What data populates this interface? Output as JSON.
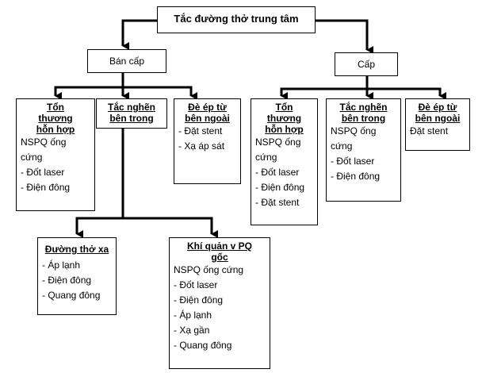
{
  "root": {
    "title": "Tắc đường thở trung tâm"
  },
  "branches": {
    "ban_cap": {
      "label": "Bán cấp",
      "ton_thuong": {
        "title": "Tổn thương hỗn hợp",
        "items": [
          "NSPQ ống cứng",
          "- Đốt laser",
          "- Điện đông"
        ]
      },
      "tac_nghen": {
        "title": "Tắc nghẽn bên trong"
      },
      "de_ep": {
        "title": "Đè ép từ bên ngoài",
        "items": [
          "- Đặt stent",
          "- Xạ áp sát"
        ]
      },
      "duong_tho_xa": {
        "title": "Đường thở xa",
        "items": [
          "- Áp lạnh",
          "- Điện đông",
          "- Quang đông"
        ]
      },
      "khi_quan": {
        "title": "Khí quản v PQ gốc",
        "items": [
          "NSPQ ống cứng",
          "- Đốt laser",
          "- Điện đông",
          "- Áp lạnh",
          "- Xạ gần",
          "- Quang đông"
        ]
      }
    },
    "cap": {
      "label": "Cấp",
      "ton_thuong": {
        "title": "Tổn thương hỗn hợp",
        "items": [
          "NSPQ ống cứng",
          "- Đốt laser",
          "- Điện đông",
          "- Đặt stent"
        ]
      },
      "tac_nghen": {
        "title": "Tắc nghẽn bên trong",
        "items": [
          "NSPQ ống cứng",
          "- Đốt laser",
          "- Điện đông"
        ]
      },
      "de_ep": {
        "title": "Đè ép từ bên ngoài",
        "items": [
          "Đặt stent"
        ]
      }
    }
  }
}
